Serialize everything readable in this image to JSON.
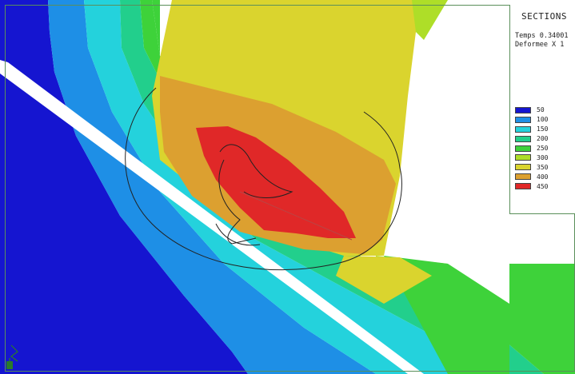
{
  "legend": {
    "title": "SECTIONS",
    "time_label": "Temps 0.34001",
    "deform_label": "Deformee X 1",
    "items": [
      {
        "value": "50",
        "color": "#1515d0"
      },
      {
        "value": "100",
        "color": "#1e8fe6"
      },
      {
        "value": "150",
        "color": "#24d2dc"
      },
      {
        "value": "200",
        "color": "#22cf8c"
      },
      {
        "value": "250",
        "color": "#3ed23a"
      },
      {
        "value": "300",
        "color": "#aede28"
      },
      {
        "value": "350",
        "color": "#dad42e"
      },
      {
        "value": "400",
        "color": "#dca030"
      },
      {
        "value": "450",
        "color": "#e02828"
      }
    ]
  },
  "colors": {
    "frame": "#5a8f5a",
    "background": "#ffffff",
    "crack": "#ffffff",
    "outline": "#222222"
  },
  "icons": [
    "axis-triad-icon"
  ]
}
